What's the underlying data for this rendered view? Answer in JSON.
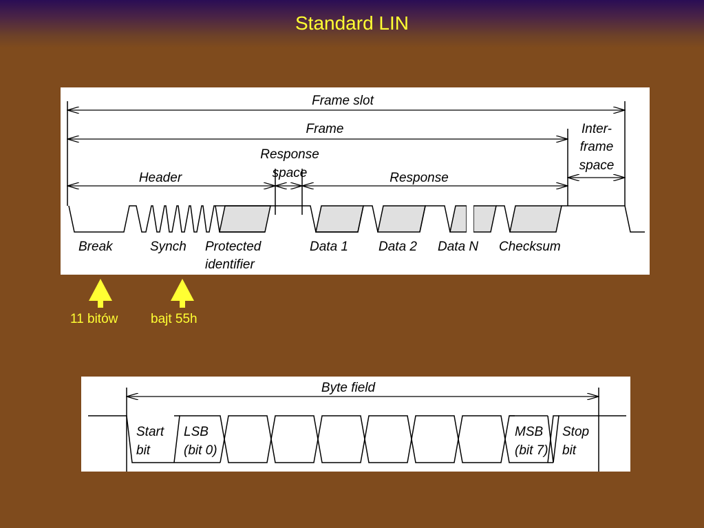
{
  "slide": {
    "title": "Standard LIN"
  },
  "frame_diagram": {
    "frame_slot": "Frame slot",
    "frame": "Frame",
    "inter_frame_1": "Inter-",
    "inter_frame_2": "frame",
    "inter_frame_3": "space",
    "response_space_1": "Response",
    "response_space_2": "space",
    "header": "Header",
    "response": "Response",
    "break": "Break",
    "synch": "Synch",
    "protected_1": "Protected",
    "protected_2": "identifier",
    "data1": "Data 1",
    "data2": "Data 2",
    "dataN": "Data N",
    "checksum": "Checksum"
  },
  "callouts": {
    "break_bits": "11 bitów",
    "synch_byte": "bajt 55h"
  },
  "byte_diagram": {
    "byte_field": "Byte field",
    "start_1": "Start",
    "start_2": "bit",
    "lsb_1": "LSB",
    "lsb_2": "(bit 0)",
    "msb_1": "MSB",
    "msb_2": "(bit 7)",
    "stop_1": "Stop",
    "stop_2": "bit"
  },
  "colors": {
    "background": "#7f4b1d",
    "title": "#ffff33",
    "callout": "#ffff33",
    "field_fill": "#e0e0e0"
  }
}
